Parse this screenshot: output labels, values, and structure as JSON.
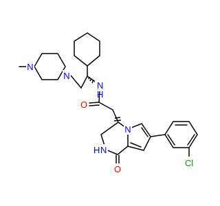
{
  "atoms": {
    "n_methyl": {
      "text": "N",
      "color": "#0000ff"
    },
    "n_pip": {
      "text": "N",
      "color": "#0000ff"
    },
    "n_amide": {
      "text": "N",
      "color": "#0000ff"
    },
    "h_amide": {
      "text": "H",
      "color": "#0000ff"
    },
    "o_amide": {
      "text": "O",
      "color": "#ff0000"
    },
    "n_ring": {
      "text": "N",
      "color": "#0000ff"
    },
    "n_lactam": {
      "text": "N",
      "color": "#0000ff"
    },
    "h_lactam": {
      "text": "H",
      "color": "#0000ff"
    },
    "o_lactam": {
      "text": "O",
      "color": "#ff0000"
    },
    "cl": {
      "text": "Cl",
      "color": "#00a000"
    }
  },
  "bond_color": "#000000"
}
